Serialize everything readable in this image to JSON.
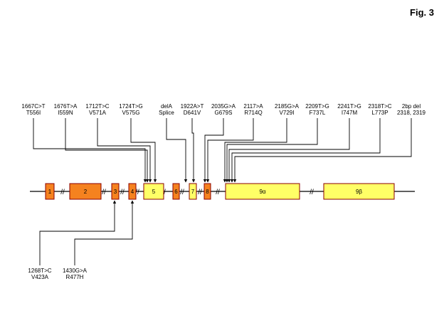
{
  "figure": {
    "title": "Fig. 3"
  },
  "colors": {
    "dark_exon": "#F5821F",
    "light_exon": "#FFFF66",
    "exon_border": "#8B0000",
    "line": "#000000"
  },
  "exons": [
    {
      "label": "1",
      "style": "dark"
    },
    {
      "label": "2",
      "style": "dark"
    },
    {
      "label": "3",
      "style": "dark"
    },
    {
      "label": "4",
      "style": "dark"
    },
    {
      "label": "5",
      "style": "light"
    },
    {
      "label": "6",
      "style": "dark"
    },
    {
      "label": "7",
      "style": "light"
    },
    {
      "label": "8",
      "style": "dark"
    },
    {
      "label": "9α",
      "style": "light"
    },
    {
      "label": "9β",
      "style": "light"
    }
  ],
  "break_mark": "//",
  "mutations_above": [
    {
      "line1": "1667C>T",
      "line2": "T556I"
    },
    {
      "line1": "1676T>A",
      "line2": "I559N"
    },
    {
      "line1": "1712T>C",
      "line2": "V571A"
    },
    {
      "line1": "1724T>G",
      "line2": "V575G"
    },
    {
      "line1": "delA",
      "line2": "Splice"
    },
    {
      "line1": "1922A>T",
      "line2": "D641V"
    },
    {
      "line1": "2035G>A",
      "line2": "G679S"
    },
    {
      "line1": "2117>A",
      "line2": "R714Q"
    },
    {
      "line1": "2185G>A",
      "line2": "V729I"
    },
    {
      "line1": "2209T>G",
      "line2": "F737L"
    },
    {
      "line1": "2241T>G",
      "line2": "I747M"
    },
    {
      "line1": "2318T>C",
      "line2": "L773P"
    },
    {
      "line1": "2bp del",
      "line2": "2318, 2319"
    }
  ],
  "mutations_below": [
    {
      "line1": "1268T>C",
      "line2": "V423A"
    },
    {
      "line1": "1430G>A",
      "line2": "R477H"
    }
  ]
}
